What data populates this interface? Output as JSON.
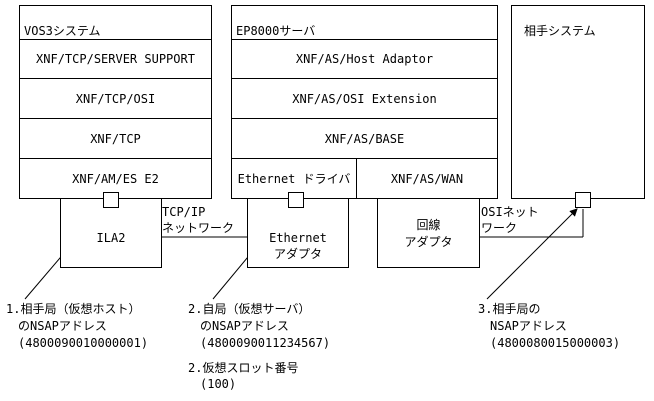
{
  "vos3": {
    "title": "VOS3システム",
    "layers": [
      "XNF/TCP/SERVER SUPPORT",
      "XNF/TCP/OSI",
      "XNF/TCP",
      "XNF/AM/ES E2"
    ],
    "ila": "ILA2"
  },
  "ep": {
    "title": "EP8000サーバ",
    "layers": [
      "XNF/AS/Host Adaptor",
      "XNF/AS/OSI Extension",
      "XNF/AS/BASE"
    ],
    "ethernet_driver": "Ethernet ドライバ",
    "wan": "XNF/AS/WAN",
    "eth_adapter_l1": "Ethernet",
    "eth_adapter_l2": "アダプタ",
    "line_adapter_l1": "回線",
    "line_adapter_l2": "アダプタ"
  },
  "remote": {
    "title": "相手システム"
  },
  "network": {
    "tcpip_l1": "TCP/IP",
    "tcpip_l2": "ネットワーク",
    "osi_l1": "OSIネット",
    "osi_l2": "ワーク"
  },
  "annotations": {
    "a1_l1": "1.相手局（仮想ホスト）",
    "a1_l2": "のNSAPアドレス",
    "a1_l3": "(4800090010000001)",
    "a2_l1": "2.自局（仮想サーバ）",
    "a2_l2": "のNSAPアドレス",
    "a2_l3": "(4800090011234567)",
    "a2b_l1": "2.仮想スロット番号",
    "a2b_l2": "(100)",
    "a3_l1": "3.相手局の",
    "a3_l2": "NSAPアドレス",
    "a3_l3": "(4800080015000003)"
  }
}
